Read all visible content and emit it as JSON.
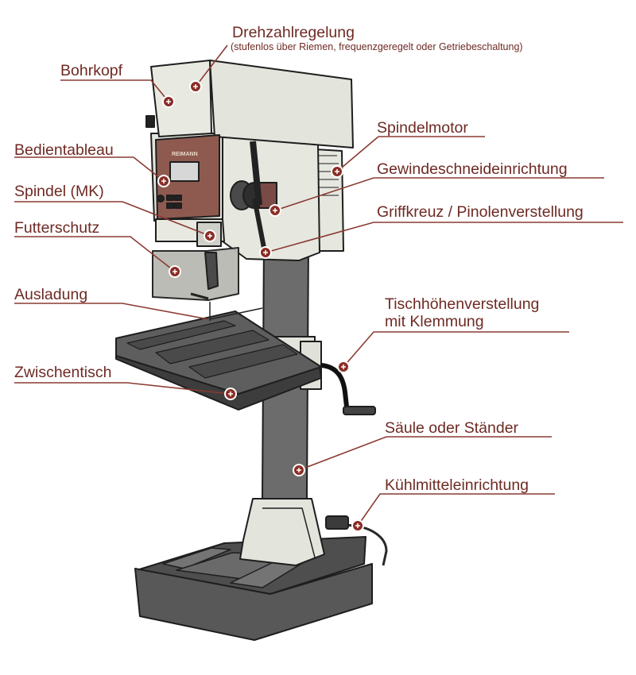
{
  "brand": "REIMANN",
  "colors": {
    "label": "#6e2a24",
    "line": "#8a3a32",
    "marker_fill": "#8b2e26",
    "head": "#e6e7df",
    "column": "#6c6c6c",
    "table": "#5a5a5a",
    "base": "#575757",
    "panel": "#8e5a50"
  },
  "labels": {
    "drehzahl": "Drehzahlregelung",
    "drehzahl_sub": "(stufenlos über Riemen, frequenzgeregelt oder Getriebeschaltung)",
    "bohrkopf": "Bohrkopf",
    "spindelmotor": "Spindelmotor",
    "bedientableau": "Bedientableau",
    "gewinde": "Gewindeschneideinrichtung",
    "spindel": "Spindel (MK)",
    "griffkreuz": "Griffkreuz / Pinolenverstellung",
    "futterschutz": "Futterschutz",
    "ausladung": "Ausladung",
    "tischhoehe_1": "Tischhöhenverstellung",
    "tischhoehe_2": "mit Klemmung",
    "zwischentisch": "Zwischentisch",
    "saeule": "Säule oder Ständer",
    "kuehlmittel": "Kühlmitteleinrichtung"
  }
}
